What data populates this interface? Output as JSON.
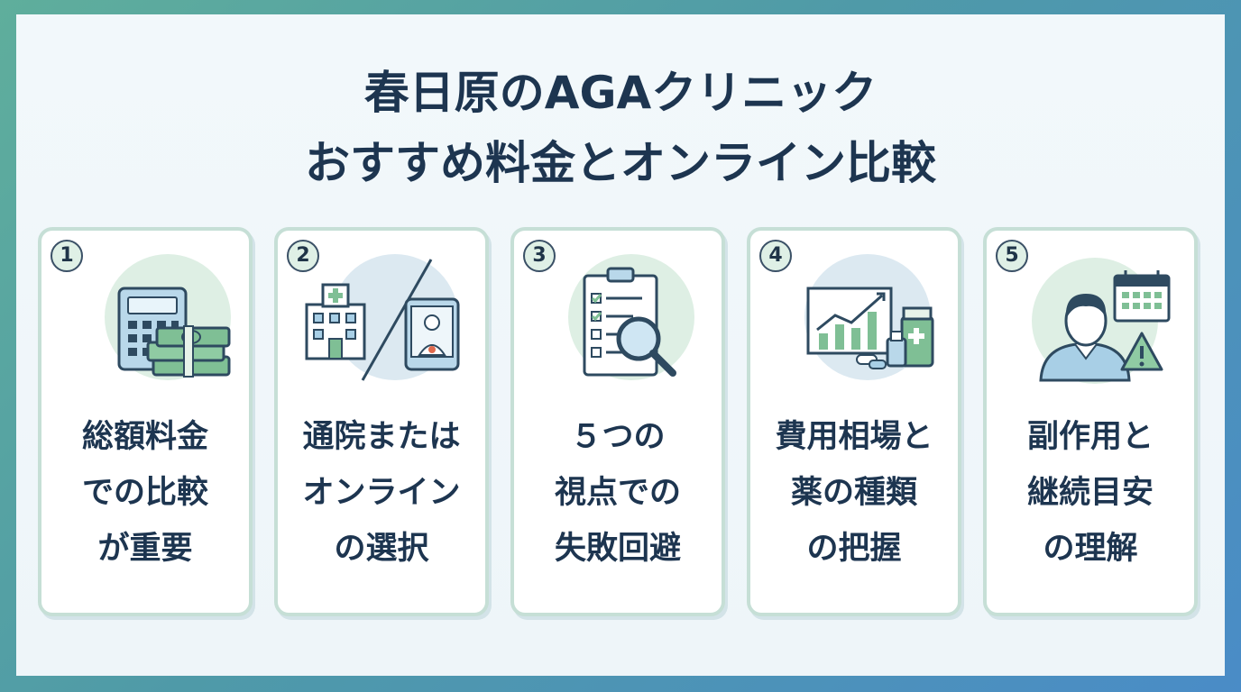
{
  "title": {
    "line1": "春日原のAGAクリニック",
    "line2": "おすすめ料金とオンライン比較"
  },
  "colors": {
    "title_text": "#1d3550",
    "card_border": "#c6dfd6",
    "accent_green": "#7fbf95",
    "accent_blue": "#a8cfe6"
  },
  "cards": [
    {
      "number": "1",
      "icon": "calculator-money-icon",
      "lines": [
        "総額料金",
        "での比較",
        "が重要"
      ]
    },
    {
      "number": "2",
      "icon": "hospital-tablet-icon",
      "lines": [
        "通院または",
        "オンライン",
        "の選択"
      ]
    },
    {
      "number": "3",
      "icon": "checklist-magnifier-icon",
      "lines": [
        "５つの",
        "視点での",
        "失敗回避"
      ]
    },
    {
      "number": "4",
      "icon": "chart-medicine-icon",
      "lines": [
        "費用相場と",
        "薬の種類",
        "の把握"
      ]
    },
    {
      "number": "5",
      "icon": "person-calendar-warning-icon",
      "lines": [
        "副作用と",
        "継続目安",
        "の理解"
      ]
    }
  ]
}
